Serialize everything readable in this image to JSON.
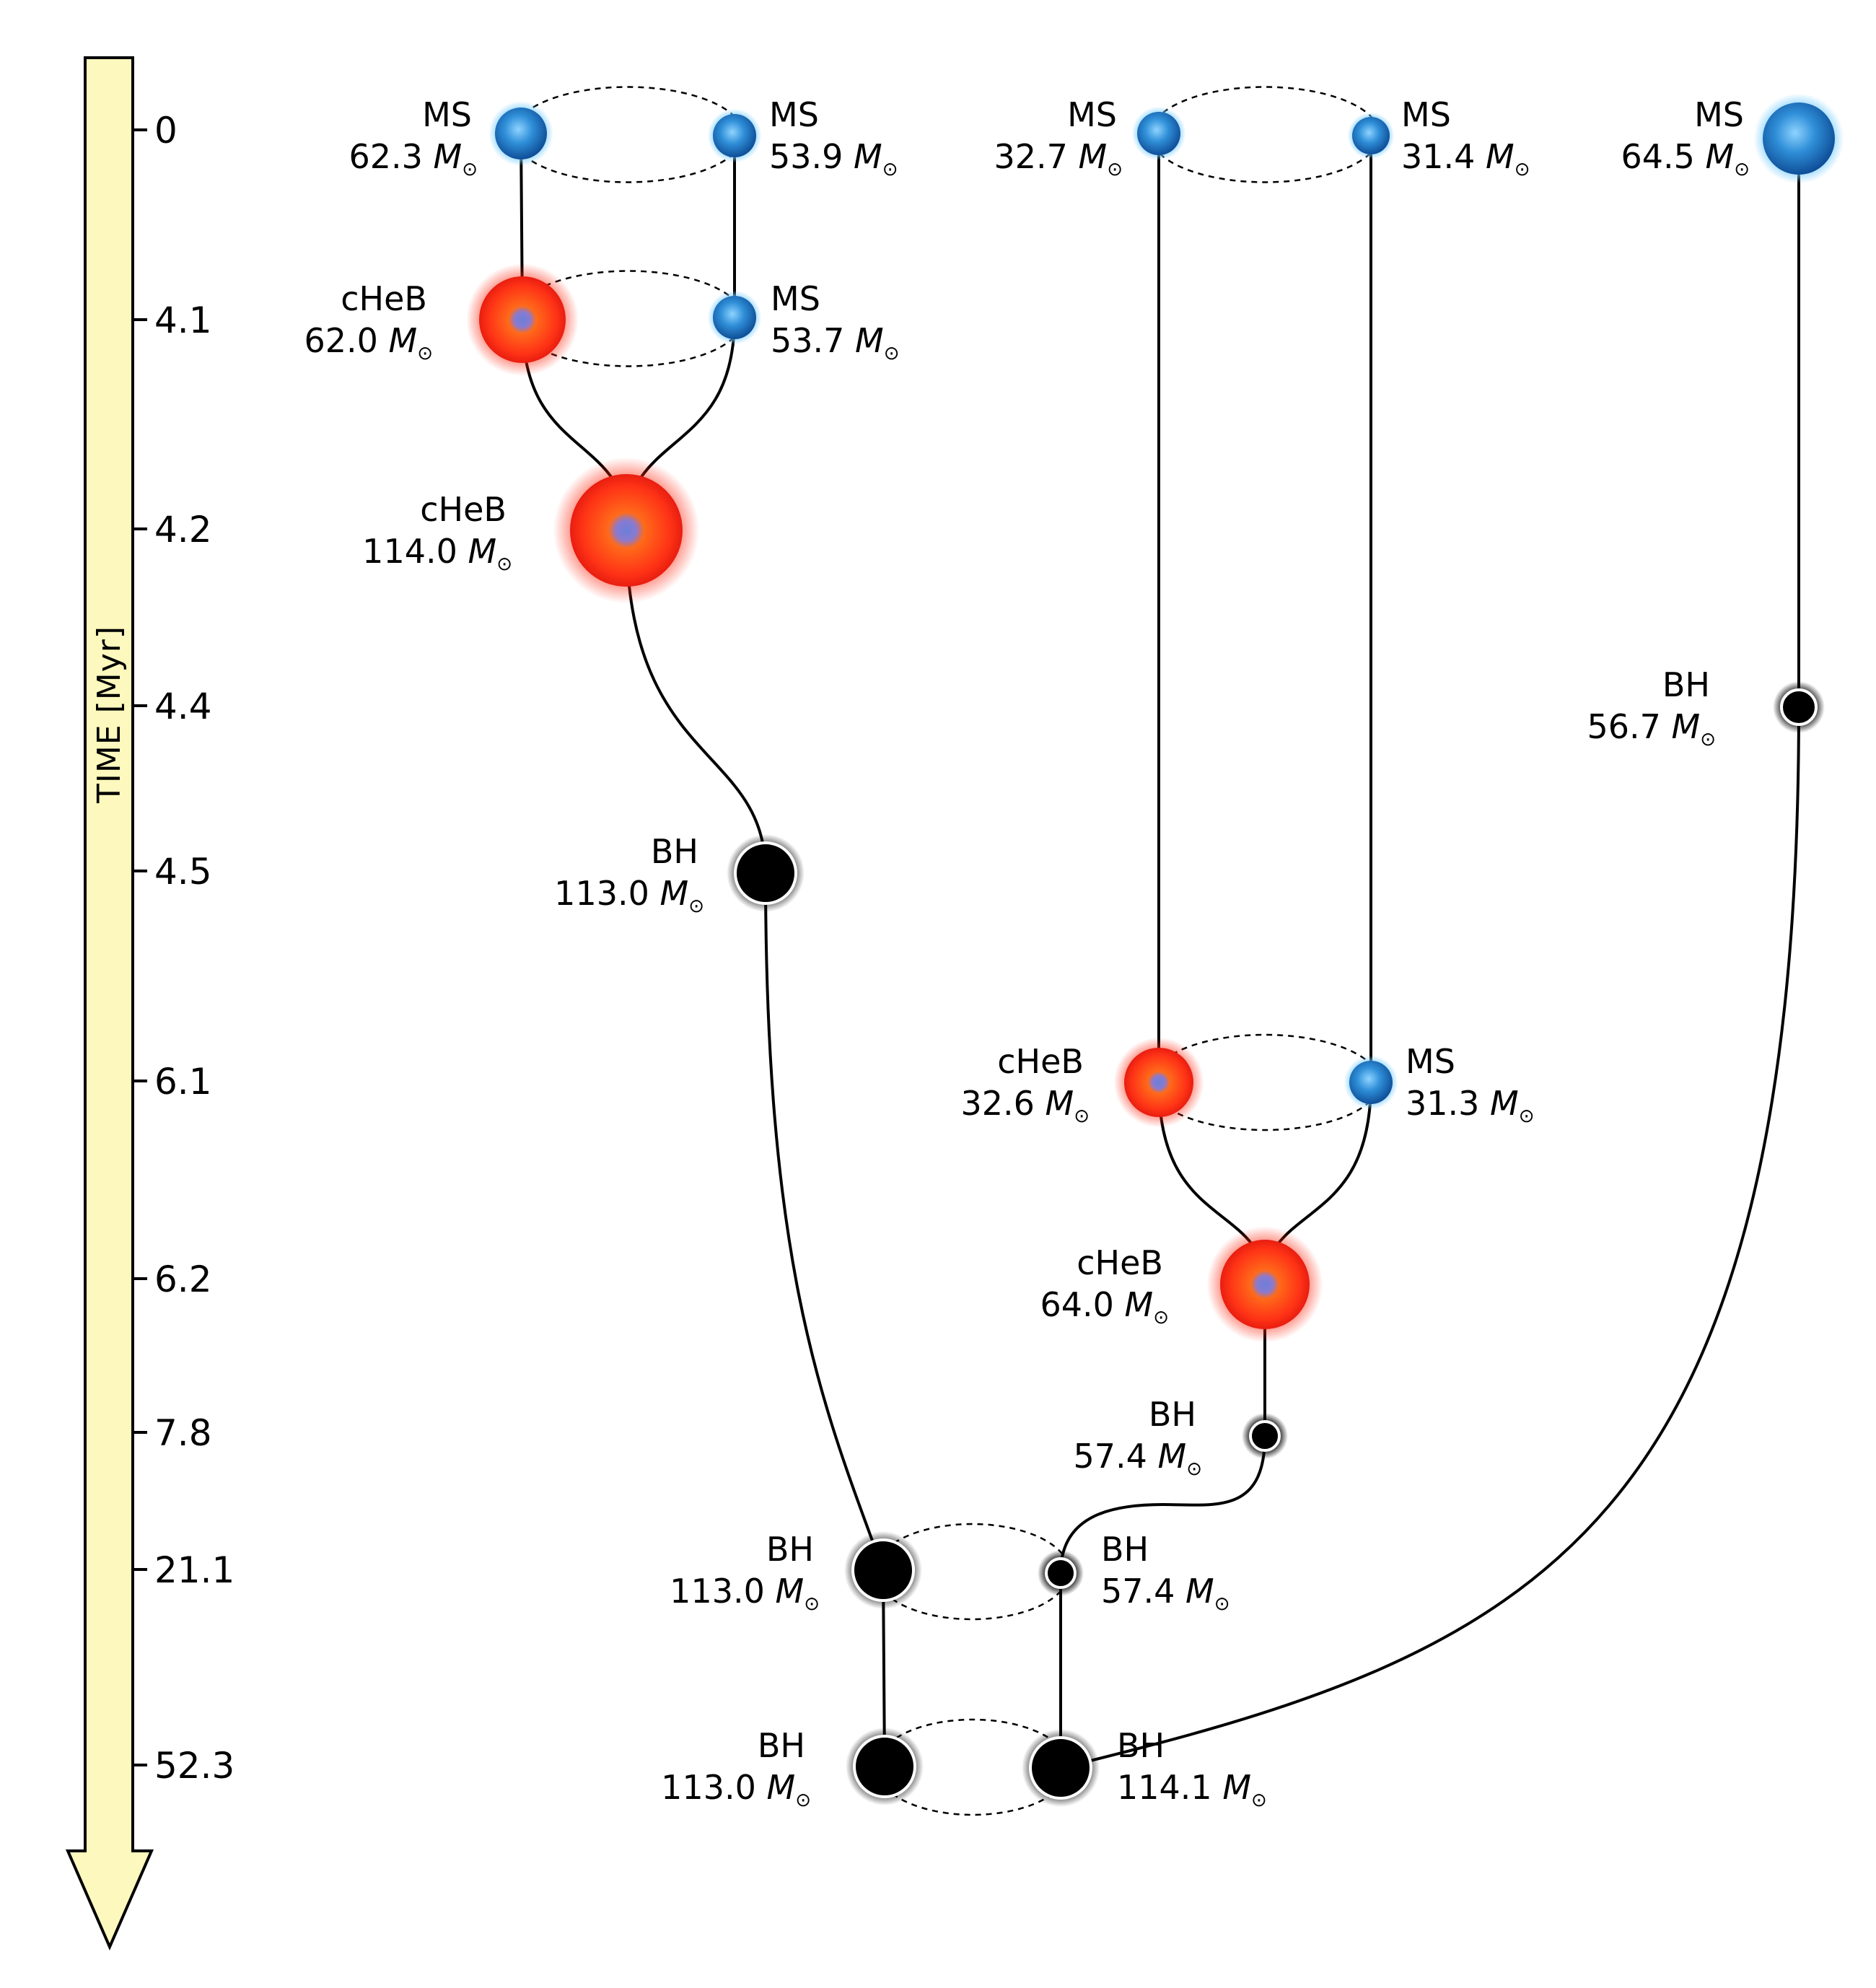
{
  "time_axis": {
    "title": "TIME [Myr]",
    "ticks": [
      "0",
      "4.1",
      "4.2",
      "4.4",
      "4.5",
      "6.1",
      "6.2",
      "7.8",
      "21.1",
      "52.3"
    ],
    "fill_color": "#fdf8bd"
  },
  "mass_unit": "M",
  "stages": [
    {
      "id": "s1",
      "stage": "MS",
      "mass": "62.3",
      "kind": "ms",
      "time": "0"
    },
    {
      "id": "s2",
      "stage": "MS",
      "mass": "53.9",
      "kind": "ms",
      "time": "0"
    },
    {
      "id": "s3",
      "stage": "MS",
      "mass": "32.7",
      "kind": "ms",
      "time": "0"
    },
    {
      "id": "s4",
      "stage": "MS",
      "mass": "31.4",
      "kind": "ms",
      "time": "0"
    },
    {
      "id": "s5",
      "stage": "MS",
      "mass": "64.5",
      "kind": "ms",
      "time": "0"
    },
    {
      "id": "s6",
      "stage": "cHeB",
      "mass": "62.0",
      "kind": "cheb",
      "time": "4.1"
    },
    {
      "id": "s7",
      "stage": "MS",
      "mass": "53.7",
      "kind": "ms",
      "time": "4.1"
    },
    {
      "id": "s8",
      "stage": "cHeB",
      "mass": "114.0",
      "kind": "cheb",
      "time": "4.2"
    },
    {
      "id": "s9",
      "stage": "BH",
      "mass": "56.7",
      "kind": "bh",
      "time": "4.4"
    },
    {
      "id": "s10",
      "stage": "BH",
      "mass": "113.0",
      "kind": "bh",
      "time": "4.5"
    },
    {
      "id": "s11",
      "stage": "cHeB",
      "mass": "32.6",
      "kind": "cheb",
      "time": "6.1"
    },
    {
      "id": "s12",
      "stage": "MS",
      "mass": "31.3",
      "kind": "ms",
      "time": "6.1"
    },
    {
      "id": "s13",
      "stage": "cHeB",
      "mass": "64.0",
      "kind": "cheb",
      "time": "6.2"
    },
    {
      "id": "s14",
      "stage": "BH",
      "mass": "57.4",
      "kind": "bh",
      "time": "7.8"
    },
    {
      "id": "s15",
      "stage": "BH",
      "mass": "113.0",
      "kind": "bh",
      "time": "21.1"
    },
    {
      "id": "s16",
      "stage": "BH",
      "mass": "57.4",
      "kind": "bh",
      "time": "21.1"
    },
    {
      "id": "s17",
      "stage": "BH",
      "mass": "113.0",
      "kind": "bh",
      "time": "52.3"
    },
    {
      "id": "s18",
      "stage": "BH",
      "mass": "114.1",
      "kind": "bh",
      "time": "52.3"
    }
  ],
  "binaries": [
    [
      "s1",
      "s2"
    ],
    [
      "s3",
      "s4"
    ],
    [
      "s6",
      "s7"
    ],
    [
      "s11",
      "s12"
    ],
    [
      "s15",
      "s16"
    ],
    [
      "s17",
      "s18"
    ]
  ],
  "evolution_tracks": [
    [
      "s1",
      "s6"
    ],
    [
      "s2",
      "s7"
    ],
    [
      "s6",
      "s8"
    ],
    [
      "s7",
      "s8"
    ],
    [
      "s8",
      "s10"
    ],
    [
      "s10",
      "s15"
    ],
    [
      "s3",
      "s11"
    ],
    [
      "s4",
      "s12"
    ],
    [
      "s11",
      "s13"
    ],
    [
      "s12",
      "s13"
    ],
    [
      "s13",
      "s14"
    ],
    [
      "s14",
      "s16"
    ],
    [
      "s5",
      "s9"
    ],
    [
      "s9",
      "s18"
    ],
    [
      "s15",
      "s17"
    ],
    [
      "s16",
      "s18"
    ]
  ],
  "colors": {
    "ms": "#2f8fd8",
    "cheb": "#ff3b1a",
    "bh": "#000000",
    "line": "#000000"
  }
}
